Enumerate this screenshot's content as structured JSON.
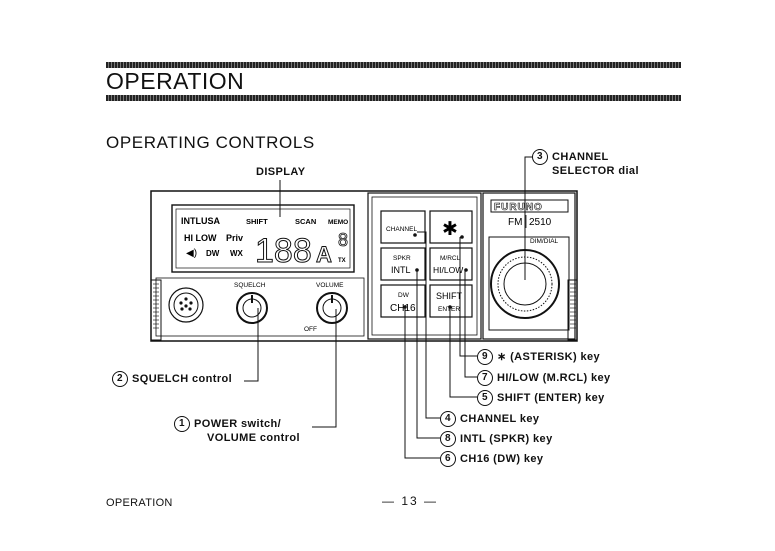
{
  "header": {
    "title": "OPERATION"
  },
  "section": {
    "title": "OPERATING CONTROLS"
  },
  "device": {
    "brand": "FURUNO",
    "model_prefix": "FM",
    "model_number": "2510",
    "display": {
      "row1": [
        "INTLUSA",
        "SHIFT",
        "SCAN",
        "MEMO"
      ],
      "row2": [
        "HI LOW",
        "Priv"
      ],
      "row3": [
        "DW",
        "WX"
      ],
      "digits": "188",
      "letter": "A",
      "tx": "TX"
    },
    "knob_labels": {
      "squelch": "SQUELCH",
      "volume": "VOLUME",
      "off": "OFF",
      "dial": "DIM/DIAL"
    },
    "keys": {
      "channel": "CHANNEL",
      "asterisk": "✱",
      "spkr": "SPKR",
      "intl": "INTL",
      "mrcl": "M/RCL",
      "hilow": "HI/LOW",
      "dw": "DW",
      "ch16": "CH16",
      "shift": "SHIFT",
      "enter": "ENTER"
    }
  },
  "callouts": {
    "display": "DISPLAY",
    "channel_selector": {
      "num": "3",
      "line1": "CHANNEL",
      "line2": "SELECTOR dial"
    },
    "squelch": {
      "num": "2",
      "text": "SQUELCH control"
    },
    "power": {
      "num": "1",
      "line1": "POWER switch/",
      "line2": "VOLUME control"
    },
    "asterisk": {
      "num": "9",
      "text": "∗   (ASTERISK)  key"
    },
    "hilow": {
      "num": "7",
      "text": "HI/LOW (M.RCL)  key"
    },
    "shift": {
      "num": "5",
      "text": "SHIFT (ENTER) key"
    },
    "channel": {
      "num": "4",
      "text": "CHANNEL key"
    },
    "intl": {
      "num": "8",
      "text": "INTL (SPKR)  key"
    },
    "ch16": {
      "num": "6",
      "text": "CH16 (DW)  key"
    }
  },
  "footer": {
    "left": "OPERATION",
    "page": "— 13 —"
  }
}
